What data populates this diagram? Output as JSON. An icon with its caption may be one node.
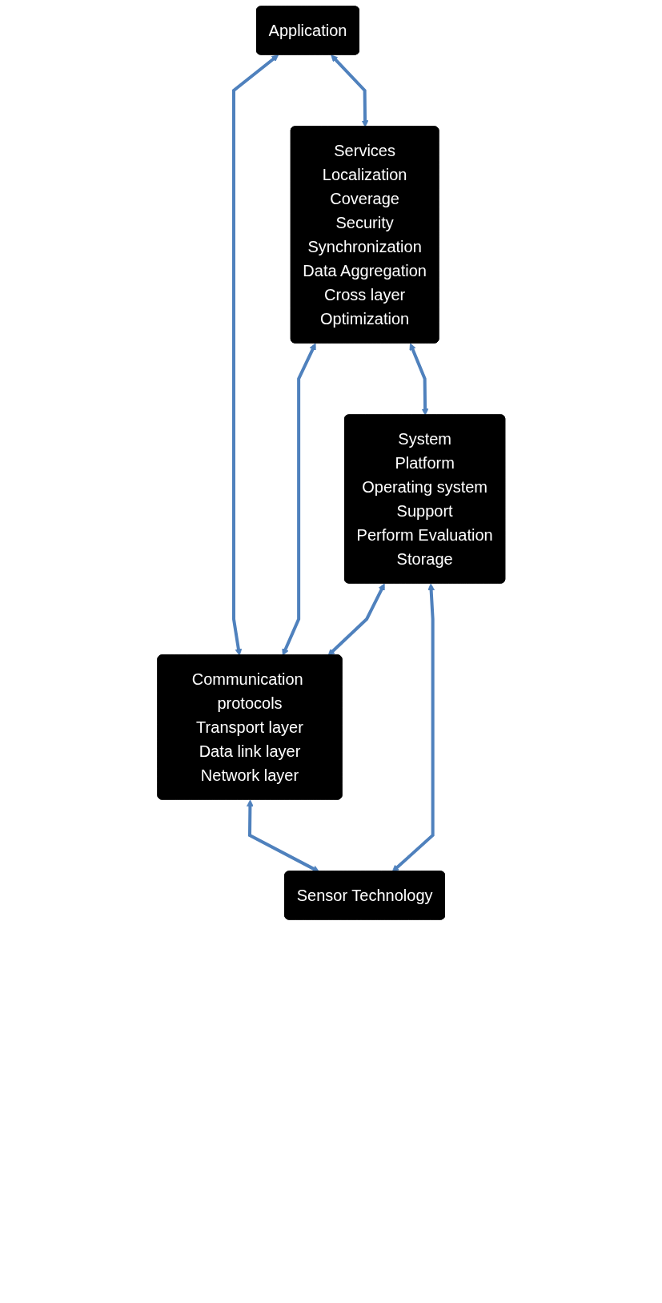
{
  "diagram": {
    "nodes": [
      {
        "text": [
          "Application"
        ]
      },
      {
        "text": [
          "Services",
          "Localization",
          "Coverage",
          "Security",
          "Synchronization",
          "Data Aggregation",
          "Cross layer",
          "Optimization"
        ]
      },
      {
        "text": [
          "Communication protocols",
          "Transport layer",
          "Data link layer",
          "Network layer"
        ]
      },
      {
        "text": [
          "System",
          "Platform",
          "Operating system",
          "Support",
          "Perform Evaluation",
          "Storage"
        ]
      },
      {
        "text": [
          "Sensor Technology"
        ]
      }
    ],
    "edges": [
      {
        "from": 0,
        "to": 1,
        "arrow": "both"
      },
      {
        "from": 0,
        "to": 2,
        "arrow": "both"
      },
      {
        "from": 1,
        "to": 2,
        "arrow": "both"
      },
      {
        "from": 1,
        "to": 3,
        "arrow": "both"
      },
      {
        "from": 3,
        "to": 2,
        "arrow": "both"
      },
      {
        "from": 2,
        "to": 4,
        "arrow": "both"
      },
      {
        "from": 3,
        "to": 4,
        "arrow": "both"
      }
    ]
  }
}
